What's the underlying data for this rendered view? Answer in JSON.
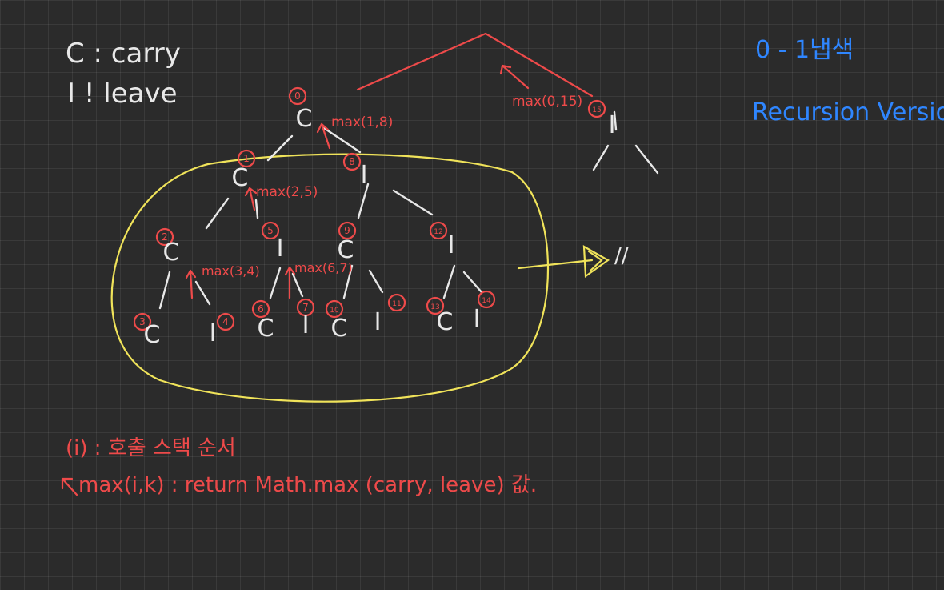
{
  "legend": {
    "carry": "C : carry",
    "leave": "I ! leave"
  },
  "title": {
    "line1": "0 - 1냅색",
    "line2": "Recursion Version"
  },
  "nodes": [
    {
      "id": "n0",
      "order": "0",
      "letter": "C"
    },
    {
      "id": "n1",
      "order": "1",
      "letter": "C"
    },
    {
      "id": "n8",
      "order": "8",
      "letter": "I"
    },
    {
      "id": "n15",
      "order": "15",
      "letter": "I"
    },
    {
      "id": "n2",
      "order": "2",
      "letter": "C"
    },
    {
      "id": "n5",
      "order": "5",
      "letter": "I"
    },
    {
      "id": "n9",
      "order": "9",
      "letter": "C"
    },
    {
      "id": "n12",
      "order": "12",
      "letter": "I"
    },
    {
      "id": "n3",
      "order": "3",
      "letter": "C"
    },
    {
      "id": "n4",
      "order": "4",
      "letter": "I"
    },
    {
      "id": "n6",
      "order": "6",
      "letter": "C"
    },
    {
      "id": "n7",
      "order": "7",
      "letter": "I"
    },
    {
      "id": "n10",
      "order": "10",
      "letter": "C"
    },
    {
      "id": "n11",
      "order": "11",
      "letter": "I"
    },
    {
      "id": "n13",
      "order": "13",
      "letter": "C"
    },
    {
      "id": "n14",
      "order": "14",
      "letter": "I"
    }
  ],
  "max_labels": {
    "root": "max(1,8)",
    "n1": "max(2,5)",
    "n2": "max(3,4)",
    "n5": "max(6,7)",
    "top": "max(0,15)"
  },
  "similar_mark": "//",
  "notes": {
    "order_key": "(i) : 호출 스택 순서",
    "max_key": "max(i,k) :  return  Math.max (carry, leave) 값."
  },
  "colors": {
    "background": "#2b2b2b",
    "chalk_white": "#e8e8e8",
    "red": "#ee4a4a",
    "blue": "#2f86ff",
    "yellow": "#f0e35a"
  }
}
